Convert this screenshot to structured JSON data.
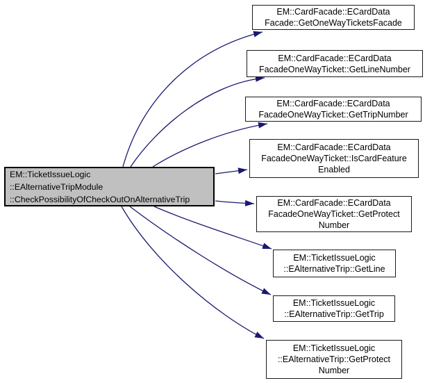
{
  "diagram": {
    "kind": "doxygen-call-graph",
    "caller": {
      "lines": [
        "EM::TicketIssueLogic",
        "::EAlternativeTripModule",
        "::CheckPossibilityOfCheckOutOnAlternativeTrip"
      ]
    },
    "callees": [
      {
        "lines": [
          "EM::CardFacade::ECardData",
          "Facade::GetOneWayTicketsFacade"
        ]
      },
      {
        "lines": [
          "EM::CardFacade::ECardData",
          "FacadeOneWayTicket::GetLineNumber"
        ]
      },
      {
        "lines": [
          "EM::CardFacade::ECardData",
          "FacadeOneWayTicket::GetTripNumber"
        ]
      },
      {
        "lines": [
          "EM::CardFacade::ECardData",
          "FacadeOneWayTicket::IsCardFeature",
          "Enabled"
        ]
      },
      {
        "lines": [
          "EM::CardFacade::ECardData",
          "FacadeOneWayTicket::GetProtect",
          "Number"
        ]
      },
      {
        "lines": [
          "EM::TicketIssueLogic",
          "::EAlternativeTrip::GetLine"
        ]
      },
      {
        "lines": [
          "EM::TicketIssueLogic",
          "::EAlternativeTrip::GetTrip"
        ]
      },
      {
        "lines": [
          "EM::TicketIssueLogic",
          "::EAlternativeTrip::GetProtect",
          "Number"
        ]
      }
    ],
    "colors": {
      "background": "#ffffff",
      "edge": "#191970",
      "caller_fill": "#c0c0c0",
      "caller_border": "#000000",
      "callee_fill": "#ffffff",
      "callee_border": "#1a1a1a",
      "text": "#000000"
    }
  }
}
